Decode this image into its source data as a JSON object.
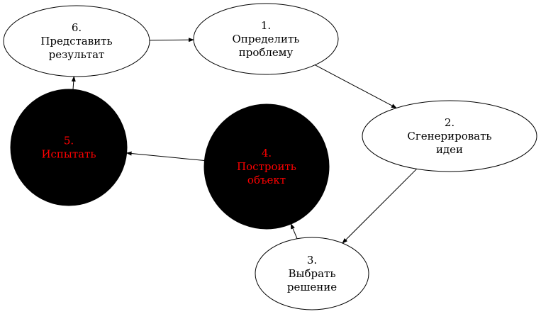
{
  "diagram": {
    "nodes": [
      {
        "id": "n1",
        "lines": [
          "1.",
          "Определить",
          "проблему"
        ],
        "fill": "#ffffff",
        "text_color": "#000000"
      },
      {
        "id": "n2",
        "lines": [
          "2.",
          "Сгенерировать",
          "идеи"
        ],
        "fill": "#ffffff",
        "text_color": "#000000"
      },
      {
        "id": "n3",
        "lines": [
          "3.",
          "Выбрать",
          "решение"
        ],
        "fill": "#ffffff",
        "text_color": "#000000"
      },
      {
        "id": "n4",
        "lines": [
          "4.",
          "Построить",
          "объект"
        ],
        "fill": "#000000",
        "text_color": "#ff0000"
      },
      {
        "id": "n5",
        "lines": [
          "5.",
          "Испытать"
        ],
        "fill": "#000000",
        "text_color": "#ff0000"
      },
      {
        "id": "n6",
        "lines": [
          "6.",
          "Представить",
          "результат"
        ],
        "fill": "#ffffff",
        "text_color": "#000000"
      }
    ],
    "edges": [
      {
        "from": "n6",
        "to": "n1"
      },
      {
        "from": "n1",
        "to": "n2"
      },
      {
        "from": "n2",
        "to": "n3"
      },
      {
        "from": "n3",
        "to": "n4"
      },
      {
        "from": "n4",
        "to": "n5"
      },
      {
        "from": "n5",
        "to": "n6"
      }
    ]
  }
}
